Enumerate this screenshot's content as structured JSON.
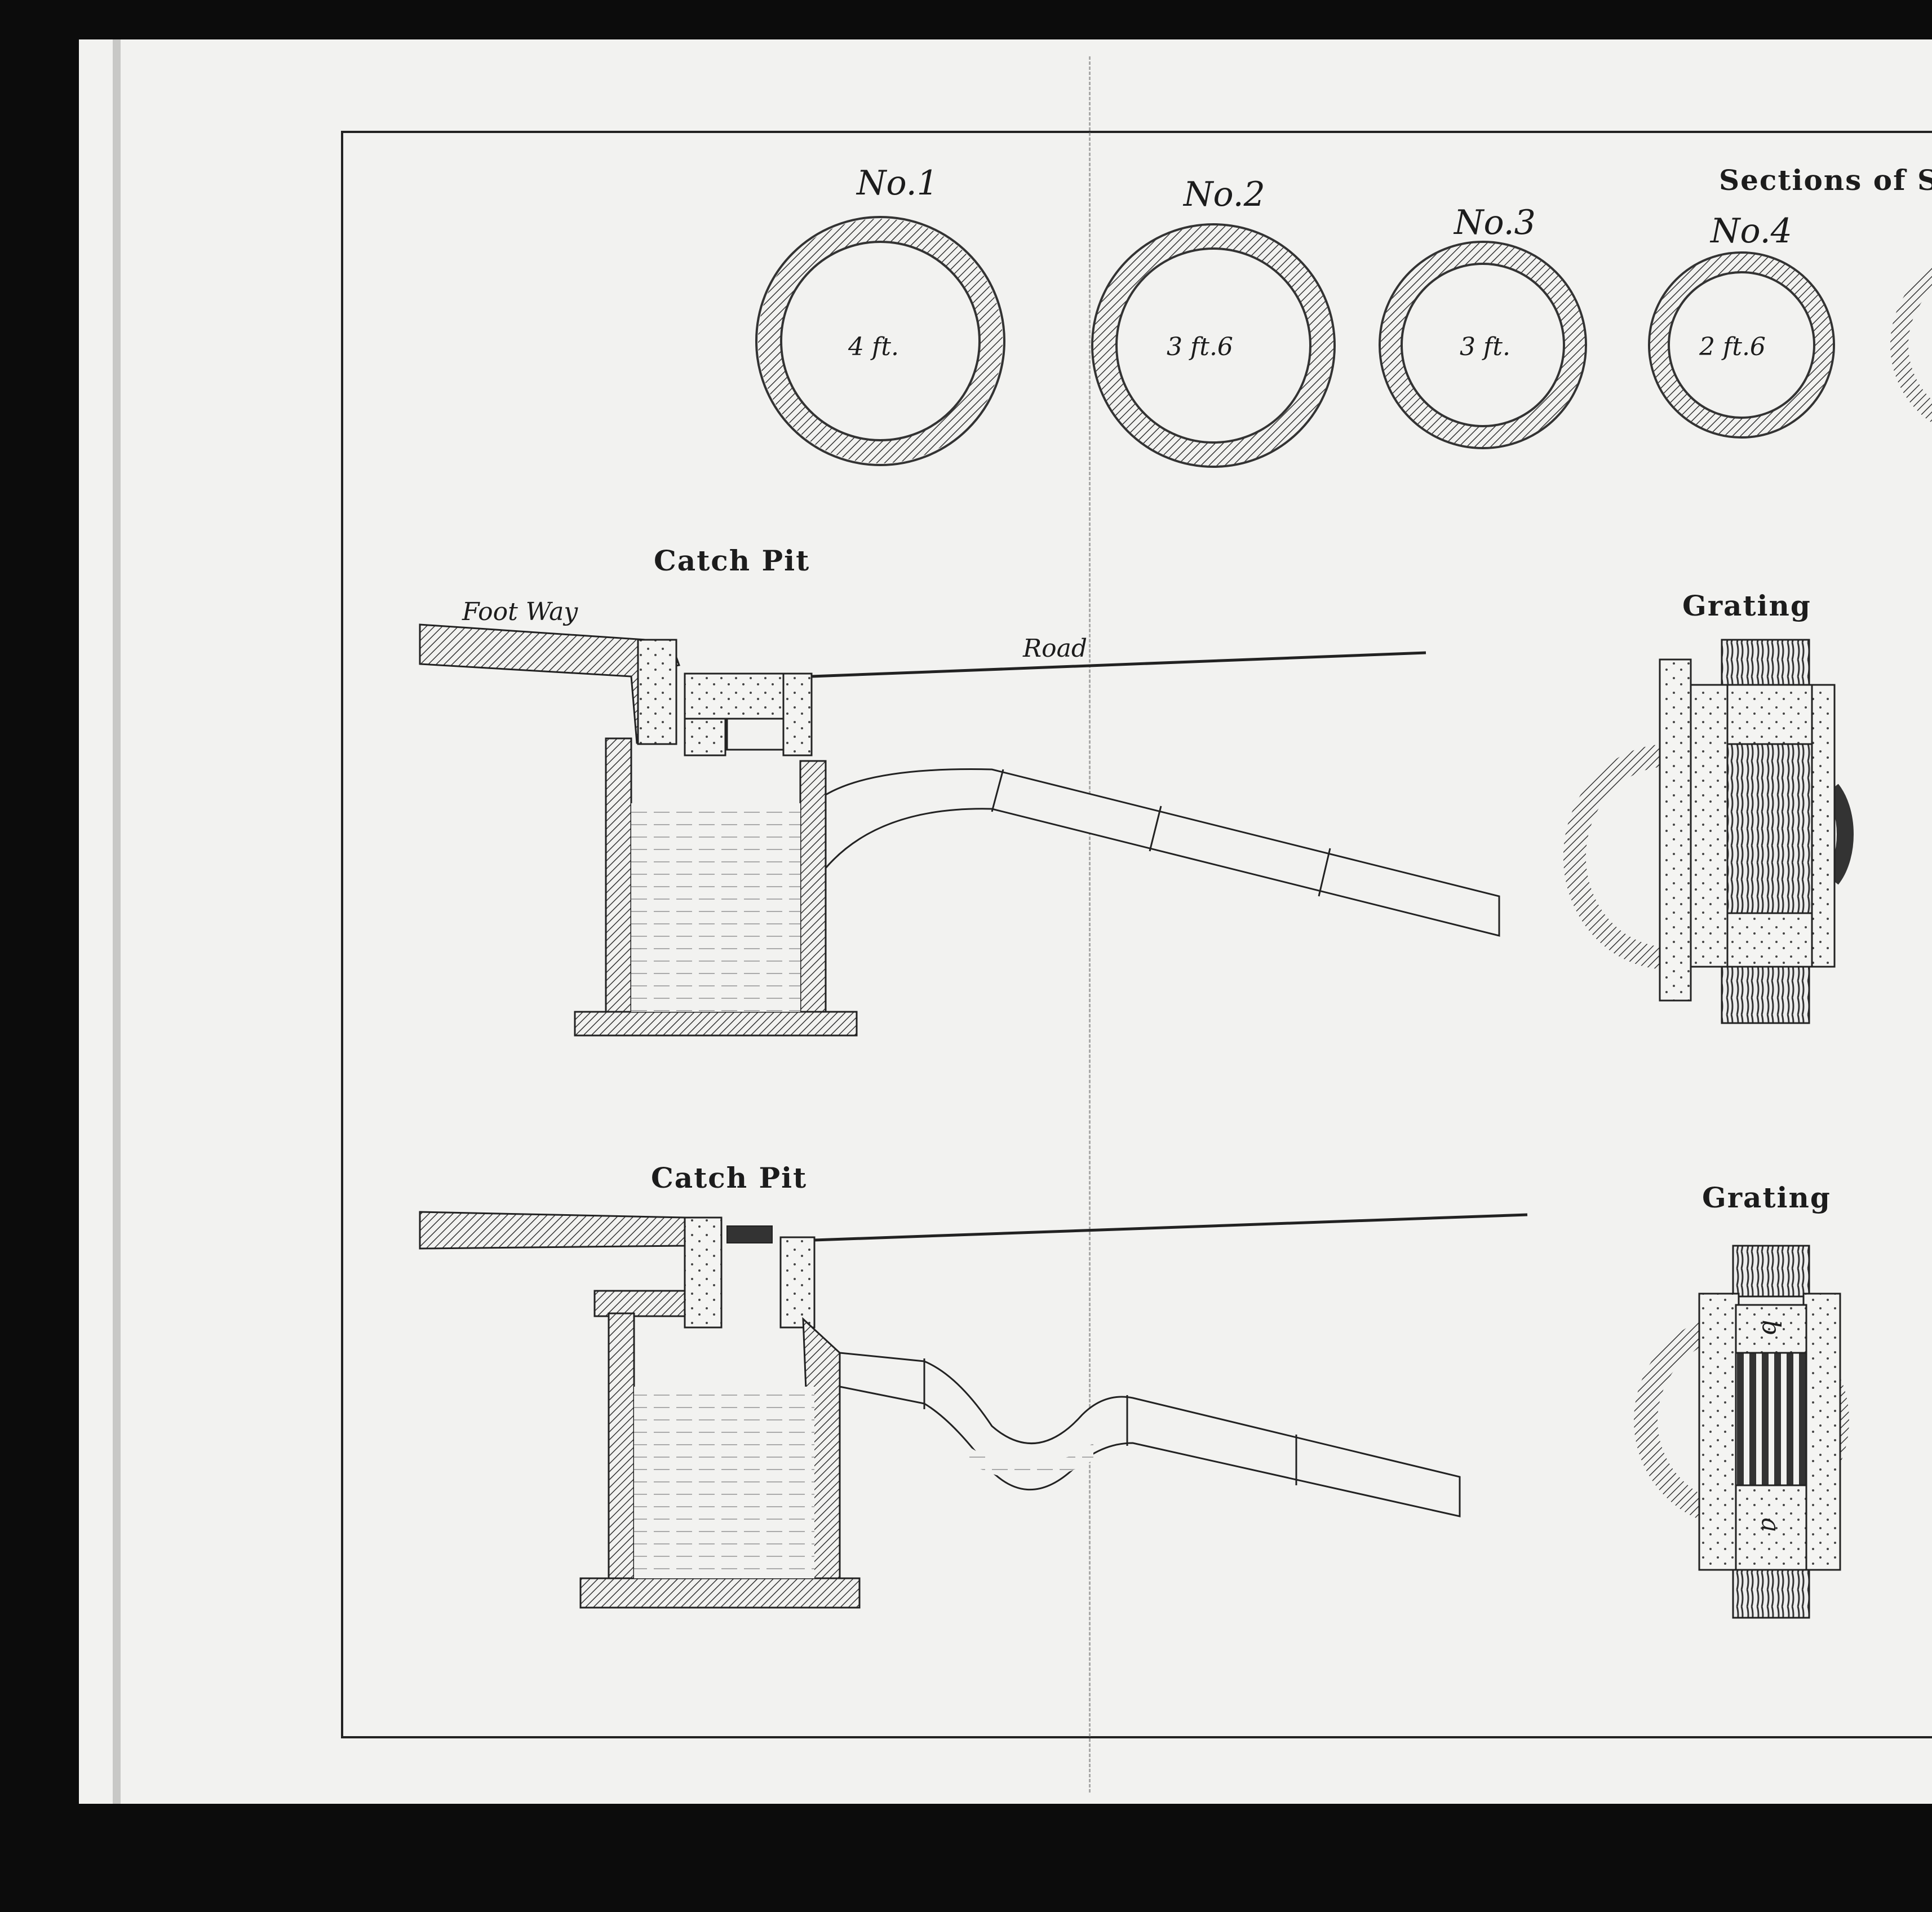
{
  "plate": {
    "title": "Sections of Se",
    "sewer_sections": [
      {
        "number": "No.1",
        "diameter": "4 ft."
      },
      {
        "number": "No.2",
        "diameter": "3 ft.6"
      },
      {
        "number": "No.3",
        "diameter": "3 ft."
      },
      {
        "number": "No.4",
        "diameter": "2 ft.6"
      }
    ],
    "upper_figure": {
      "title": "Catch Pit",
      "footway_label": "Foot Way",
      "road_label": "Road"
    },
    "upper_grating": {
      "title": "Grating"
    },
    "lower_figure": {
      "title": "Catch Pit"
    },
    "lower_grating": {
      "title": "Grating",
      "mark_b": "b",
      "mark_a": "a"
    }
  },
  "colors": {
    "ink": "#1c1c1c",
    "paper": "#f2f2f0",
    "scan_border": "#0c0c0c"
  }
}
